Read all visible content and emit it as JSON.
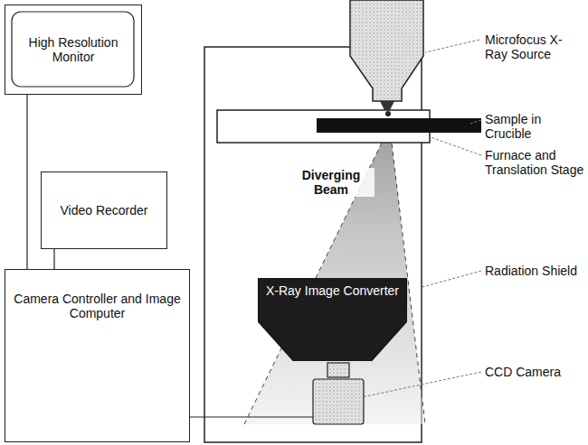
{
  "diagram": {
    "nodes": [
      {
        "text": [
          "High Resolution Monitor"
        ]
      },
      {
        "text": [
          "Video Recorder"
        ]
      },
      {
        "text": [
          "Camera Controller and Image Computer"
        ]
      },
      {
        "text": [
          "X-Ray Image Converter"
        ]
      }
    ],
    "edges": [
      {
        "from": 0,
        "to": 2,
        "arrow": "none"
      },
      {
        "from": 1,
        "to": 2,
        "arrow": "none"
      }
    ],
    "labels": [
      "Microfocus X-Ray Source",
      "Sample in Crucible",
      "Furnace and Translation Stage",
      "Diverging Beam",
      "Radiation Shield",
      "CCD Camera"
    ]
  }
}
